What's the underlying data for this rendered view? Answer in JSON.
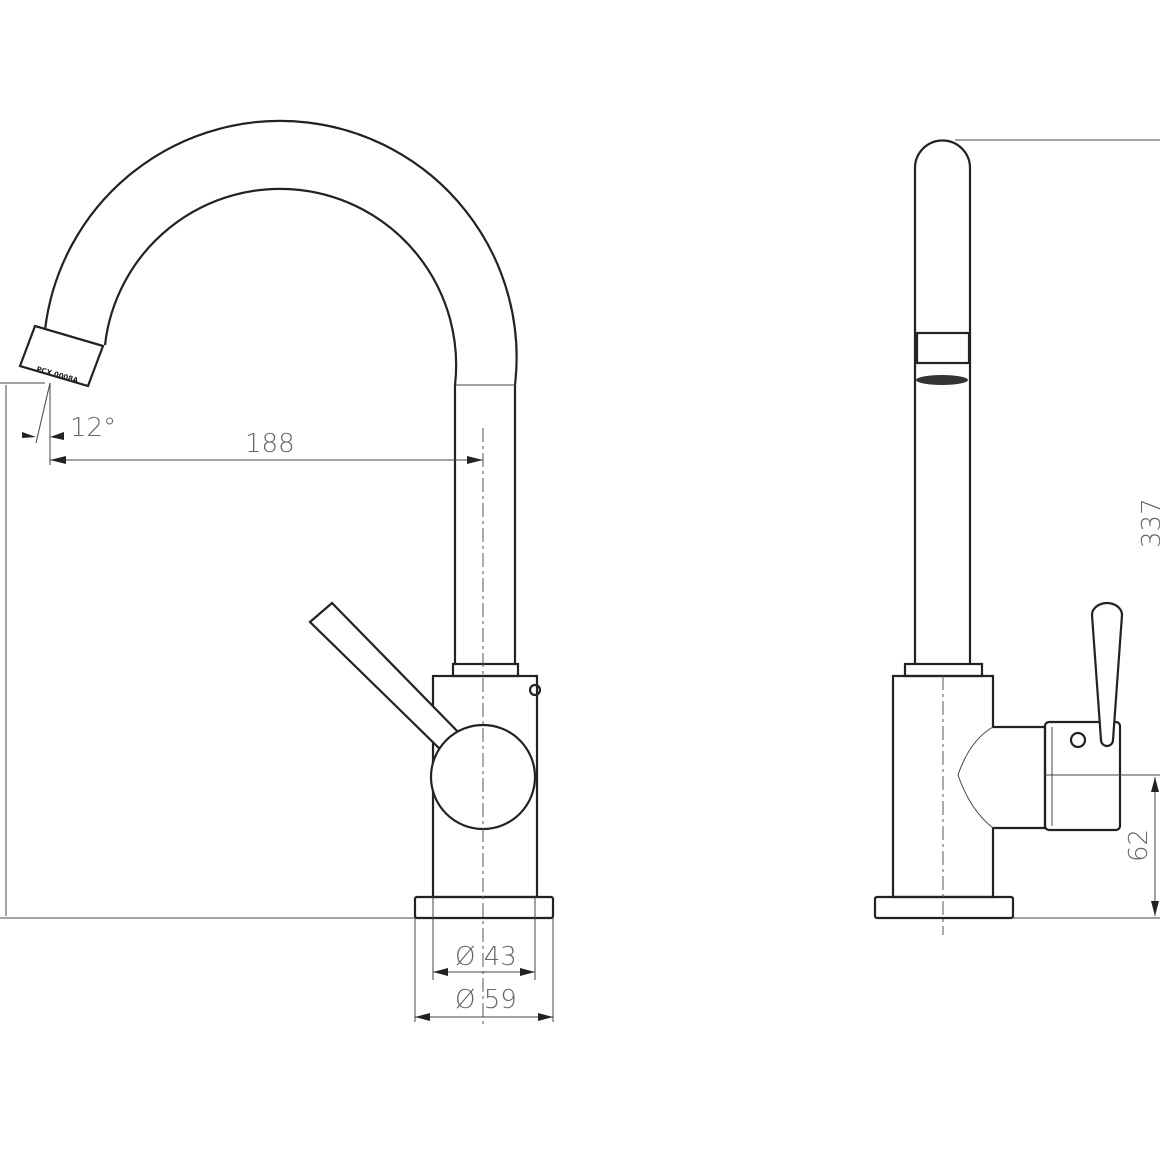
{
  "drawing": {
    "front_view": {
      "spout_marking": "PCX 0008A",
      "angle_label": "12°",
      "reach_label": "188",
      "body_diameter_label": "Ø 43",
      "base_diameter_label": "Ø 59"
    },
    "side_view": {
      "height_label": "337",
      "lever_height_label": "62"
    }
  }
}
